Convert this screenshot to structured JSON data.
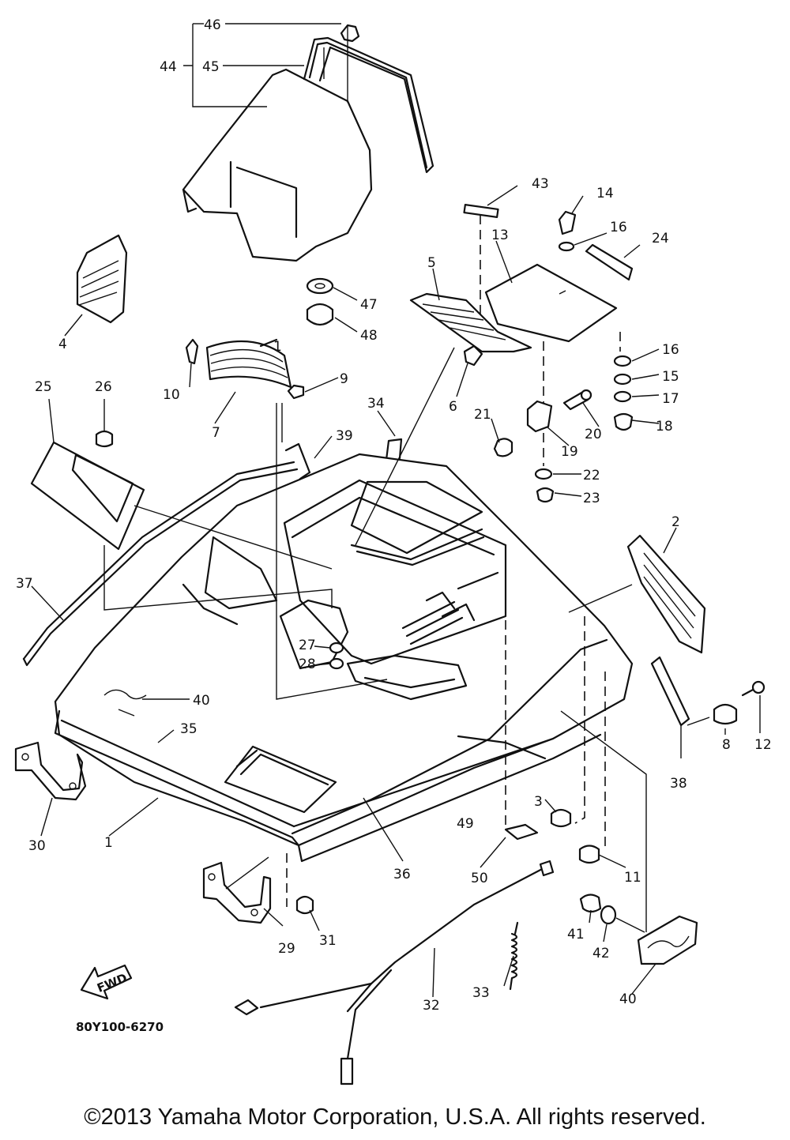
{
  "diagram": {
    "part_numbers": [
      "1",
      "2",
      "3",
      "4",
      "5",
      "6",
      "7",
      "8",
      "9",
      "10",
      "11",
      "12",
      "13",
      "14",
      "15",
      "16",
      "17",
      "18",
      "19",
      "20",
      "21",
      "22",
      "23",
      "24",
      "25",
      "26",
      "27",
      "28",
      "29",
      "30",
      "31",
      "32",
      "33",
      "34",
      "35",
      "36",
      "37",
      "38",
      "39",
      "40",
      "41",
      "42",
      "43",
      "44",
      "45",
      "46",
      "47",
      "48",
      "49",
      "50"
    ],
    "callouts": {
      "46": "46",
      "44": "44",
      "45": "45",
      "43": "43",
      "14": "14",
      "16a": "16",
      "24": "24",
      "13": "13",
      "5": "5",
      "47": "47",
      "48": "48",
      "4": "4",
      "1a": "1",
      "10": "10",
      "9": "9",
      "7": "7",
      "16b": "16",
      "15": "15",
      "17": "17",
      "18": "18",
      "6": "6",
      "21": "21",
      "20": "20",
      "19": "19",
      "22": "22",
      "23": "23",
      "25": "25",
      "26": "26",
      "34": "34",
      "39": "39",
      "2": "2",
      "37": "37",
      "27": "27",
      "28": "28",
      "40a": "40",
      "35": "35",
      "8": "8",
      "12": "12",
      "38": "38",
      "30": "30",
      "1b": "1",
      "3": "3",
      "49": "49",
      "36": "36",
      "50": "50",
      "11": "11",
      "29": "29",
      "31": "31",
      "41": "41",
      "42": "42",
      "32": "32",
      "33": "33",
      "40b": "40"
    },
    "fwd_arrow_text": "FWD",
    "diagram_code": "80Y100-6270"
  },
  "footer": {
    "copyright": "©2013 Yamaha Motor Corporation, U.S.A. All rights reserved."
  }
}
